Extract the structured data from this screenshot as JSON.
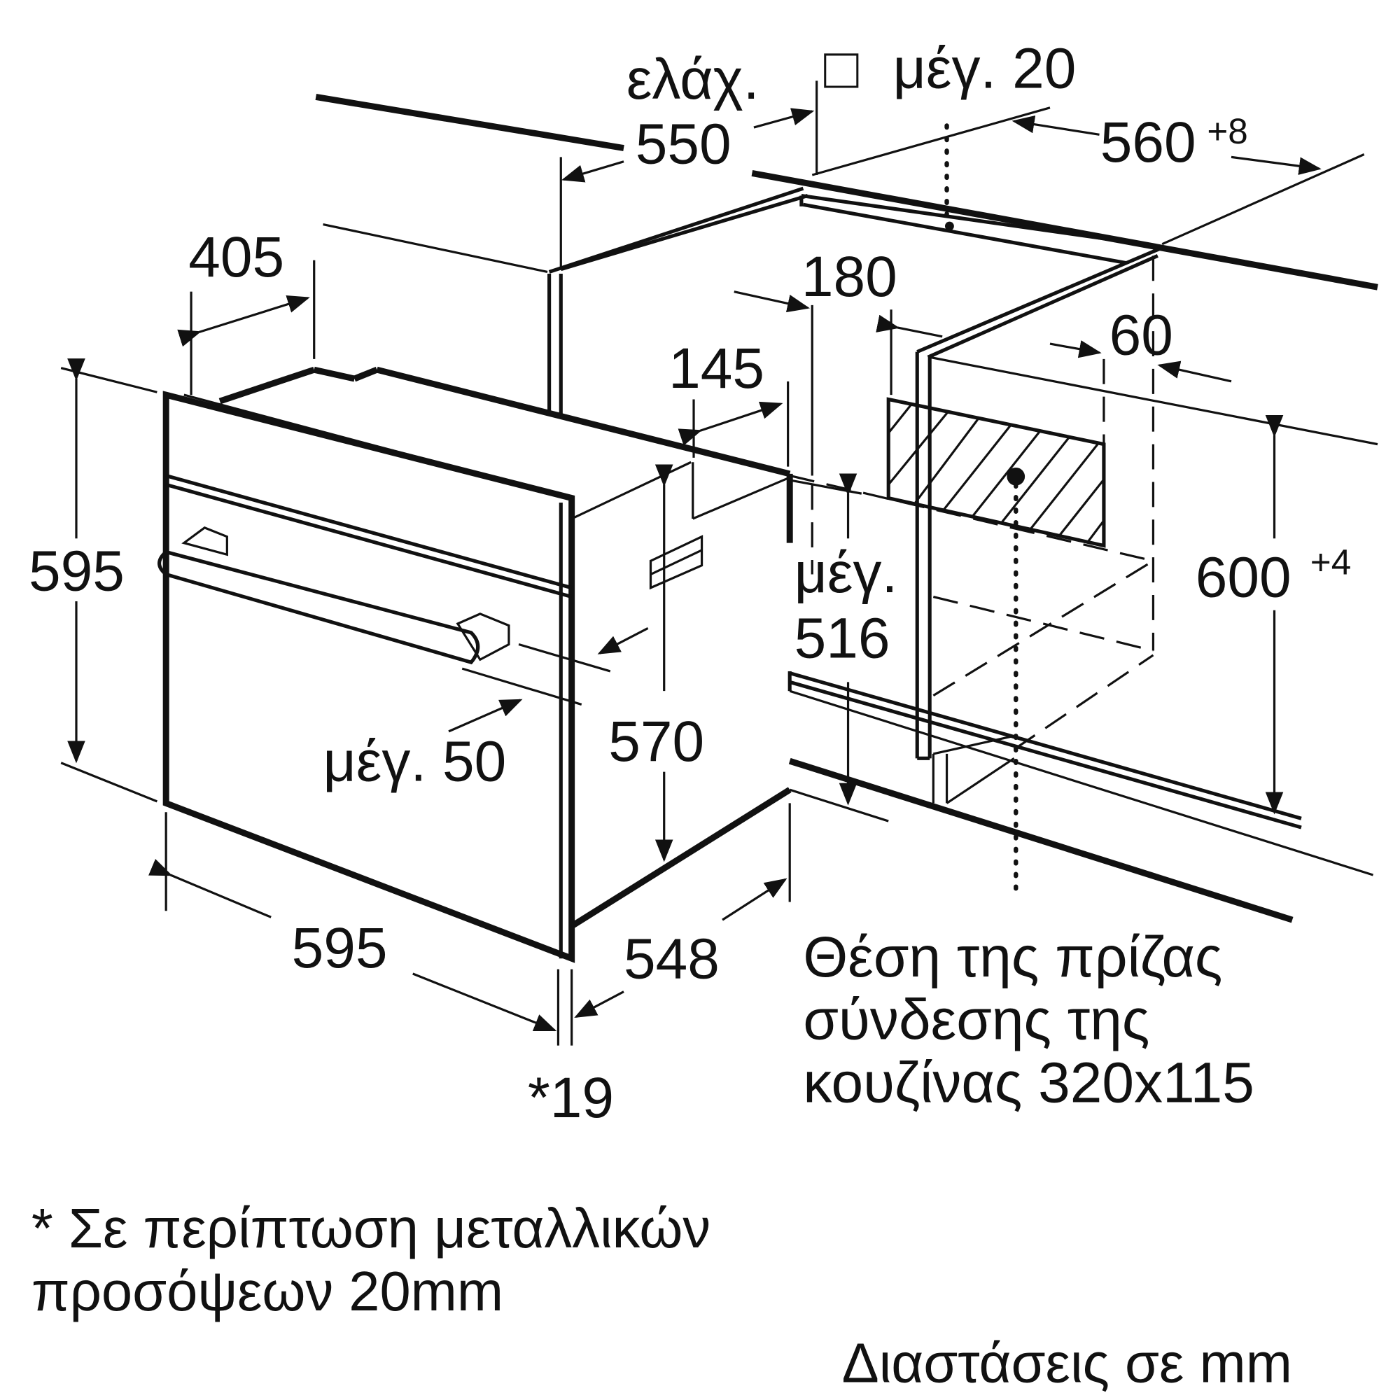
{
  "title": "Installation dimensions diagram",
  "dimensions": {
    "min_label": "ελάχ.",
    "min_550": "550",
    "max_20_symbol": "□",
    "max_20": "μέγ. 20",
    "w560": "560",
    "w560_tol": "+8",
    "d405": "405",
    "d180": "180",
    "d145": "145",
    "d60": "60",
    "h595_left": "595",
    "h600": "600",
    "h600_tol": "+4",
    "max_label": "μέγ.",
    "h516": "516",
    "h570": "570",
    "max_50": "μέγ. 50",
    "w595_bottom": "595",
    "d548": "548",
    "star19": "*19"
  },
  "socket_note": {
    "line1": "Θέση της πρίζας",
    "line2": "σύνδεσης της",
    "line3": "κουζίνας 320x115"
  },
  "footnote": {
    "line1": "* Σε περίπτωση μεταλλικών",
    "line2": "προσόψεων 20mm"
  },
  "units_note": "Διαστάσεις σε mm"
}
